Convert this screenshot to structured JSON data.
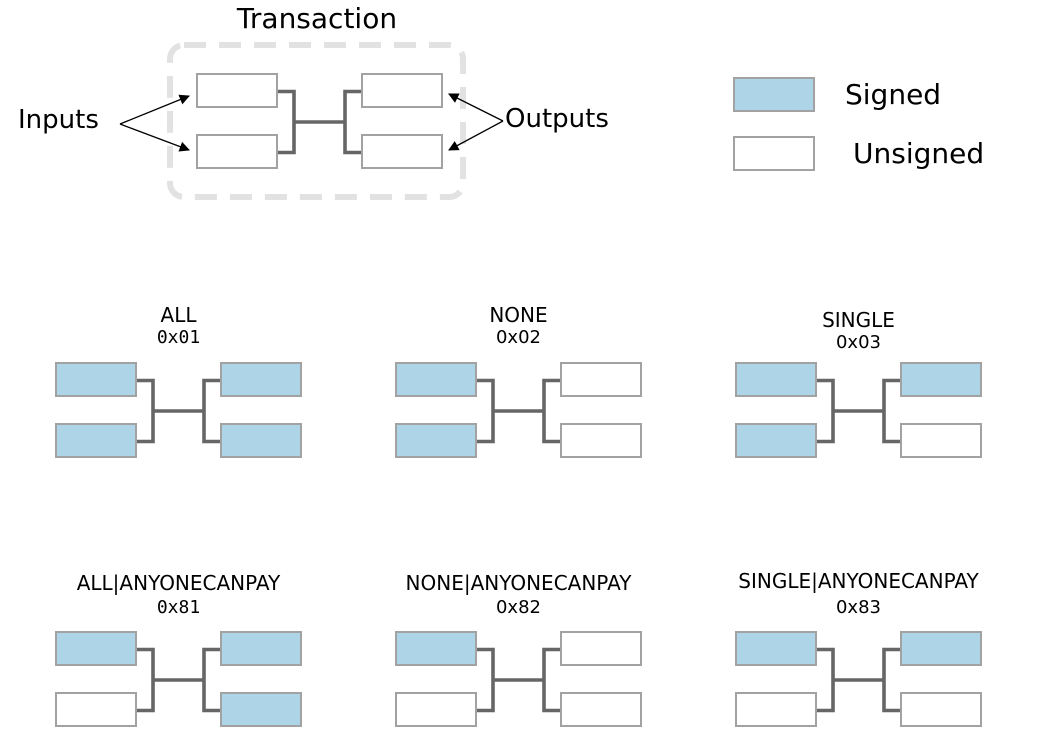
{
  "transaction": {
    "title": "Transaction",
    "inputs_label": "Inputs",
    "outputs_label": "Outputs",
    "inputs": [
      false,
      false
    ],
    "outputs": [
      false,
      false
    ]
  },
  "legend": {
    "items": [
      {
        "label": "Signed",
        "signed": true
      },
      {
        "label": "Unsigned",
        "signed": false
      }
    ]
  },
  "diagrams": [
    {
      "title": "ALL",
      "code": "0x01",
      "inputs": [
        true,
        true
      ],
      "outputs": [
        true,
        true
      ]
    },
    {
      "title": "NONE",
      "code": "0x02",
      "inputs": [
        true,
        true
      ],
      "outputs": [
        false,
        false
      ]
    },
    {
      "title": "SINGLE",
      "code": "0x03",
      "inputs": [
        true,
        true
      ],
      "outputs": [
        true,
        false
      ]
    },
    {
      "title": "ALL|ANYONECANPAY",
      "code": "0x81",
      "inputs": [
        true,
        false
      ],
      "outputs": [
        true,
        true
      ]
    },
    {
      "title": "NONE|ANYONECANPAY",
      "code": "0x82",
      "inputs": [
        true,
        false
      ],
      "outputs": [
        false,
        false
      ]
    },
    {
      "title": "SINGLE|ANYONECANPAY",
      "code": "0x83",
      "inputs": [
        true,
        false
      ],
      "outputs": [
        true,
        false
      ]
    }
  ],
  "colors": {
    "signed_fill": "#aed4e8",
    "unsigned_fill": "#ffffff",
    "box_border": "#a2a2a2",
    "connector": "#666666",
    "dashed_border": "#e2e2e2",
    "text": "#000000"
  }
}
